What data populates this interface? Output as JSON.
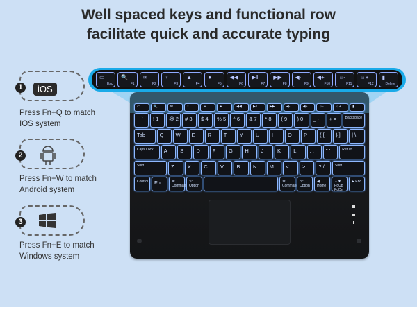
{
  "title_lines": [
    "Well spaced keys and functional row",
    "facilitate quick and accurate typing"
  ],
  "steps": [
    {
      "number": "1",
      "badge": "iOS",
      "icon": "ios-badge-icon",
      "caption_lines": [
        "Press Fn+Q to match",
        "IOS system"
      ]
    },
    {
      "number": "2",
      "icon": "android-icon",
      "caption_lines": [
        "Press Fn+W to match",
        "Android system"
      ]
    },
    {
      "number": "3",
      "icon": "windows-icon",
      "caption_lines": [
        "Press Fn+E to match",
        "Windows system"
      ]
    }
  ],
  "function_row": [
    {
      "icon": "▭",
      "label": "Esc"
    },
    {
      "icon": "🔍",
      "label": "F1"
    },
    {
      "icon": "✉",
      "label": "F2"
    },
    {
      "icon": "♀",
      "label": "F3"
    },
    {
      "icon": "▲",
      "label": "F4"
    },
    {
      "icon": "●",
      "label": "F5"
    },
    {
      "icon": "◀◀",
      "label": "F6"
    },
    {
      "icon": "▶‖",
      "label": "F7"
    },
    {
      "icon": "▶▶",
      "label": "F8"
    },
    {
      "icon": "◀-",
      "label": "F9"
    },
    {
      "icon": "◀+",
      "label": "F10"
    },
    {
      "icon": "☼-",
      "label": "F11"
    },
    {
      "icon": "☼+",
      "label": "F12"
    },
    {
      "icon": "▮",
      "label": "Delete"
    }
  ],
  "key_rows": [
    [
      [
        "~ `",
        1
      ],
      [
        "! 1",
        1
      ],
      [
        "@ 2",
        1
      ],
      [
        "# 3",
        1
      ],
      [
        "$ 4",
        1
      ],
      [
        "% 5",
        1
      ],
      [
        "^ 6",
        1
      ],
      [
        "& 7",
        1
      ],
      [
        "* 8",
        1
      ],
      [
        "( 9",
        1
      ],
      [
        ") 0",
        1
      ],
      [
        "_ -",
        1
      ],
      [
        "+ =",
        1
      ],
      [
        "Backspace",
        1.6
      ]
    ],
    [
      [
        "Tab",
        1.5
      ],
      [
        "Q",
        1
      ],
      [
        "W",
        1
      ],
      [
        "E",
        1
      ],
      [
        "R",
        1
      ],
      [
        "T",
        1
      ],
      [
        "Y",
        1
      ],
      [
        "U",
        1
      ],
      [
        "I",
        1
      ],
      [
        "O",
        1
      ],
      [
        "P",
        1
      ],
      [
        "{ [",
        1
      ],
      [
        "} ]",
        1
      ],
      [
        "| \\",
        1.1
      ]
    ],
    [
      [
        "Caps Lock",
        1.8
      ],
      [
        "A",
        1
      ],
      [
        "S",
        1
      ],
      [
        "D",
        1
      ],
      [
        "F",
        1
      ],
      [
        "G",
        1
      ],
      [
        "H",
        1
      ],
      [
        "J",
        1
      ],
      [
        "K",
        1
      ],
      [
        "L",
        1
      ],
      [
        ": ;",
        1
      ],
      [
        "\" '",
        1
      ],
      [
        "Return",
        1.8
      ]
    ],
    [
      [
        "Shift",
        2.3
      ],
      [
        "Z",
        1
      ],
      [
        "X",
        1
      ],
      [
        "C",
        1
      ],
      [
        "V",
        1
      ],
      [
        "B",
        1
      ],
      [
        "N",
        1
      ],
      [
        "M",
        1
      ],
      [
        "< ,",
        1
      ],
      [
        "> .",
        1
      ],
      [
        "? /",
        1
      ],
      [
        "Shift",
        2.3
      ]
    ],
    [
      [
        "Control",
        1
      ],
      [
        "Fn",
        1
      ],
      [
        "⌘ Command",
        1
      ],
      [
        "⌥ Option",
        1
      ],
      [
        "",
        5
      ],
      [
        "⌘ Command",
        1
      ],
      [
        "⌥ Option",
        1
      ],
      [
        "◀ Home",
        1
      ],
      [
        "▲▼ PgUp PgDn",
        1
      ],
      [
        "▶ End",
        1
      ]
    ]
  ],
  "colors": {
    "background": "#cde0f5",
    "accent": "#1aaae8",
    "keyboard": "#1a1b1e",
    "backlight": "#8fb8ff"
  }
}
